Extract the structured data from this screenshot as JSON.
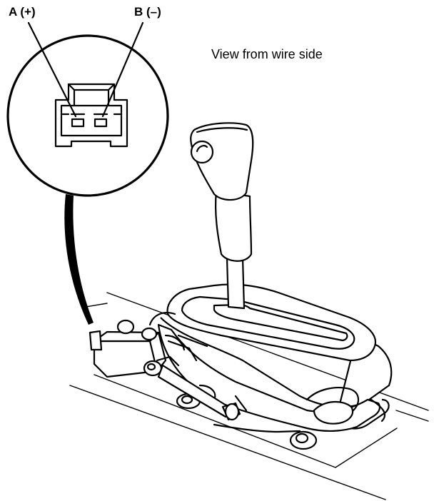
{
  "labels": {
    "terminal_a": "A (+)",
    "terminal_b": "B (–)",
    "caption": "View from wire side"
  },
  "colors": {
    "line": "#000000",
    "background": "#ffffff"
  }
}
